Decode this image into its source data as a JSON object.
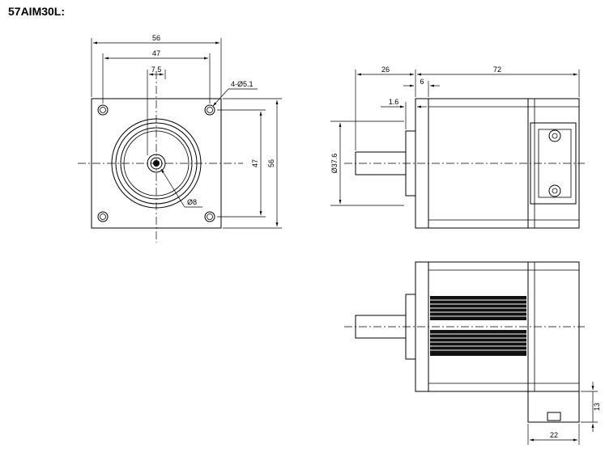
{
  "title": "57AIM30L:",
  "front_view": {
    "dims": {
      "width_outer": "56",
      "hole_spacing_h": "47",
      "shaft_offset": "7.5",
      "holes": "4-Ø5.1",
      "hole_spacing_v": "47",
      "height_outer": "56",
      "shaft_diameter": "Ø8"
    }
  },
  "side_view": {
    "dims": {
      "shaft_length": "26",
      "flange": "6",
      "body_length": "72",
      "boss": "1.6",
      "pilot_diameter": "Ø37.6"
    }
  },
  "bottom_view": {
    "dims": {
      "connector_height": "13",
      "connector_width": "22"
    }
  }
}
